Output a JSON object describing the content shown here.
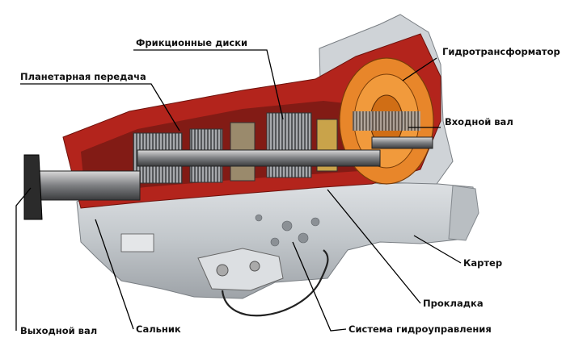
{
  "labels": {
    "friction_discs": "Фрикционные диски",
    "torque_converter": "Гидротрансформатор",
    "planetary_gear": "Планетарная передача",
    "input_shaft": "Входной вал",
    "housing": "Картер",
    "gasket": "Прокладка",
    "hydraulic_control": "Система гидроуправления",
    "oil_seal": "Сальник",
    "output_shaft": "Выходной вал"
  },
  "colors": {
    "cutaway_red": "#b3241c",
    "housing_grey": "#c4c9cd",
    "converter_orange": "#e8862a",
    "gear_metal": "#8f9296",
    "dark": "#2b2b2b"
  }
}
